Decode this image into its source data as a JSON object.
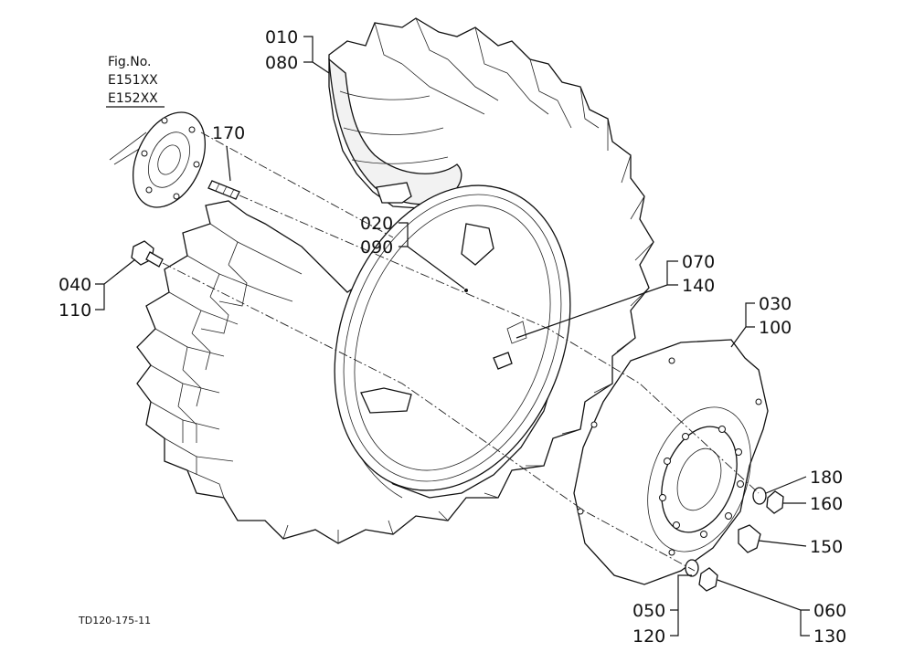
{
  "figure_ref": {
    "title": "Fig.No.",
    "codes": [
      "E151XX",
      "E152XX"
    ]
  },
  "drawing_code": "TD120-175-11",
  "callouts": [
    {
      "id": "c010",
      "lines": [
        "010",
        "080"
      ]
    },
    {
      "id": "c020",
      "lines": [
        "020",
        "090"
      ]
    },
    {
      "id": "c030",
      "lines": [
        "030",
        "100"
      ]
    },
    {
      "id": "c040",
      "lines": [
        "040",
        "110"
      ]
    },
    {
      "id": "c050",
      "lines": [
        "050",
        "120"
      ]
    },
    {
      "id": "c060",
      "lines": [
        "060",
        "130"
      ]
    },
    {
      "id": "c070",
      "lines": [
        "070",
        "140"
      ]
    },
    {
      "id": "c150",
      "lines": [
        "150"
      ]
    },
    {
      "id": "c160",
      "lines": [
        "160"
      ]
    },
    {
      "id": "c170",
      "lines": [
        "170"
      ]
    },
    {
      "id": "c180",
      "lines": [
        "180"
      ]
    }
  ]
}
